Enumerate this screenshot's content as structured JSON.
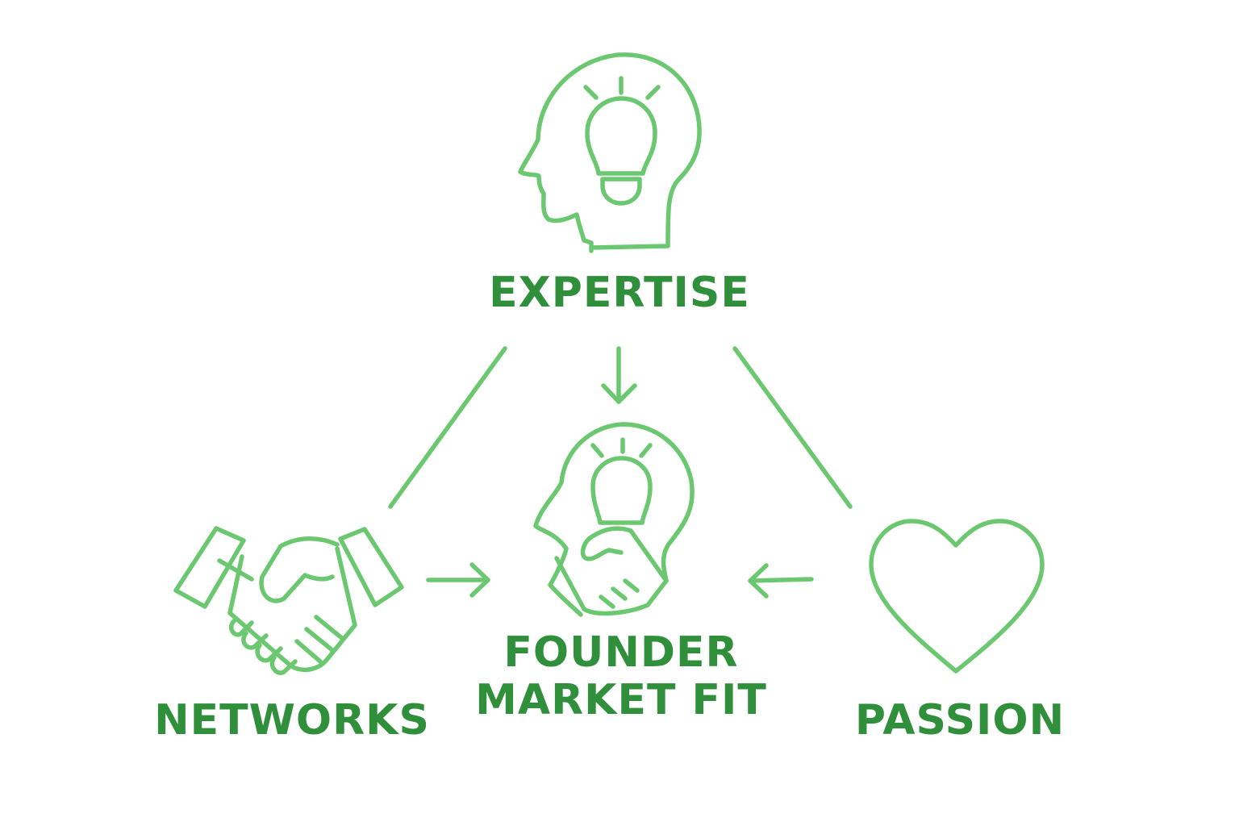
{
  "colors": {
    "line": "#6cc870",
    "text": "#2f8f3a"
  },
  "nodes": {
    "expertise": {
      "label": "EXPERTISE",
      "icon": "head-lightbulb-icon"
    },
    "networks": {
      "label": "NETWORKS",
      "icon": "handshake-icon"
    },
    "passion": {
      "label": "PASSION",
      "icon": "heart-icon"
    },
    "center": {
      "line1": "FOUNDER",
      "line2": "MARKET FIT",
      "icon": "head-lightbulb-handshake-icon"
    }
  }
}
